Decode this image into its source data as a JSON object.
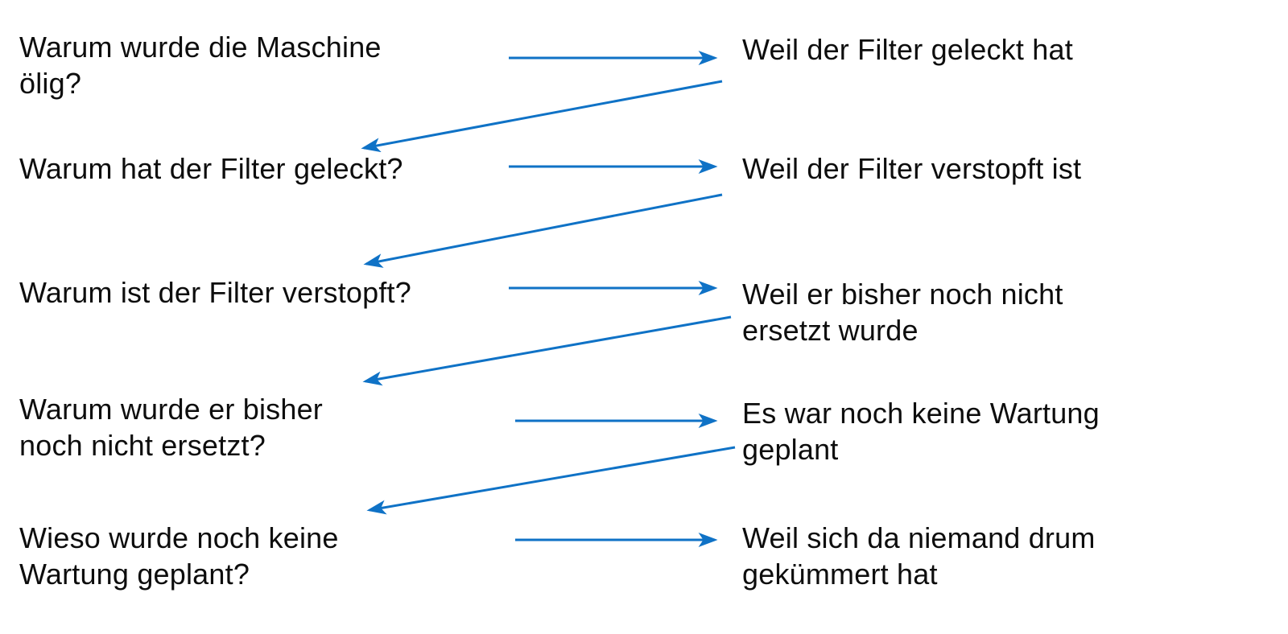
{
  "colors": {
    "arrow": "#0f72c6",
    "text": "#0d0d0d",
    "background": "#ffffff"
  },
  "rows": [
    {
      "question": "Warum wurde die Maschine\nölig?",
      "answer": "Weil der Filter geleckt hat"
    },
    {
      "question": "Warum hat der Filter geleckt?",
      "answer": "Weil der Filter verstopft ist"
    },
    {
      "question": "Warum ist der Filter verstopft?",
      "answer": "Weil er bisher noch nicht\nersetzt wurde"
    },
    {
      "question": "Warum wurde er bisher\nnoch nicht ersetzt?",
      "answer": "Es war noch keine Wartung\ngeplant"
    },
    {
      "question": "Wieso wurde noch keine\nWartung geplant?",
      "answer": "Weil sich da niemand drum\ngekümmert hat"
    }
  ]
}
